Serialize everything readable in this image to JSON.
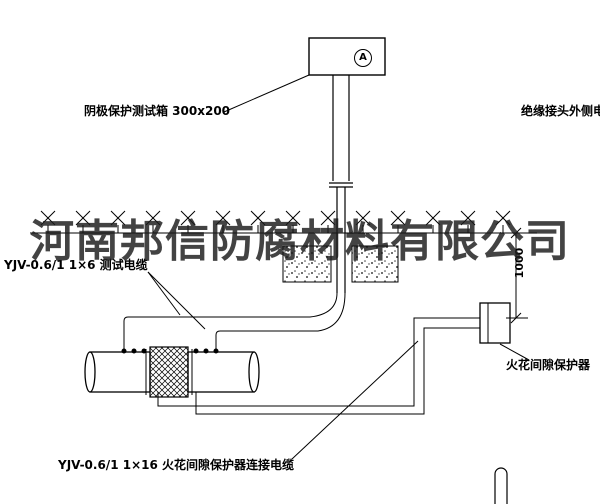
{
  "diagram": {
    "watermark": "河南邦信防腐材料有限公司",
    "labels": {
      "test_box": "阴极保护测试箱 300x200",
      "outer_cable": "绝缘接头外侧电缆",
      "test_cable": "YJV-0.6/1  1×6   测试电缆",
      "spark_gap_protector": "火花间隙保护器",
      "protector_cable": "YJV-0.6/1  1×16   火花间隙保护器连接电缆",
      "ammeter": "A",
      "dimension": "1000"
    },
    "colors": {
      "line": "#000000",
      "background": "#ffffff",
      "watermark": "#1b1b1b"
    }
  }
}
